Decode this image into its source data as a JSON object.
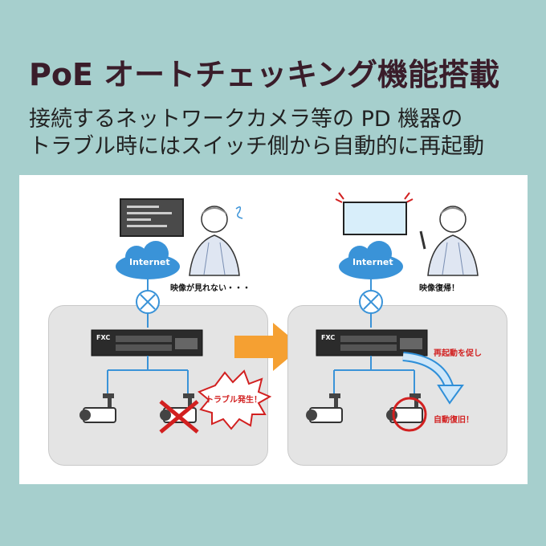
{
  "header": {
    "title": "PoE オートチェッキング機能搭載",
    "subtitle_line1": "接続するネットワークカメラ等の PD 機器の",
    "subtitle_line2": "トラブル時にはスイッチ側から自動的に再起動"
  },
  "left_scene": {
    "cloud_label": "Internet",
    "person_caption": "映像が見れない・・・",
    "burst_label": "トラブル発生！",
    "switch_brand": "FXC"
  },
  "right_scene": {
    "cloud_label": "Internet",
    "person_caption": "映像復帰！",
    "restart_label": "再起動を促し",
    "recovery_label": "自動復旧！",
    "switch_brand": "FXC"
  },
  "colors": {
    "background": "#a6cfcd",
    "title": "#3a1d2a",
    "arrow_orange": "#f5a032",
    "arrow_blue": "#2f8fd8",
    "cloud_blue": "#3a93d8",
    "alert_red": "#d22020"
  }
}
